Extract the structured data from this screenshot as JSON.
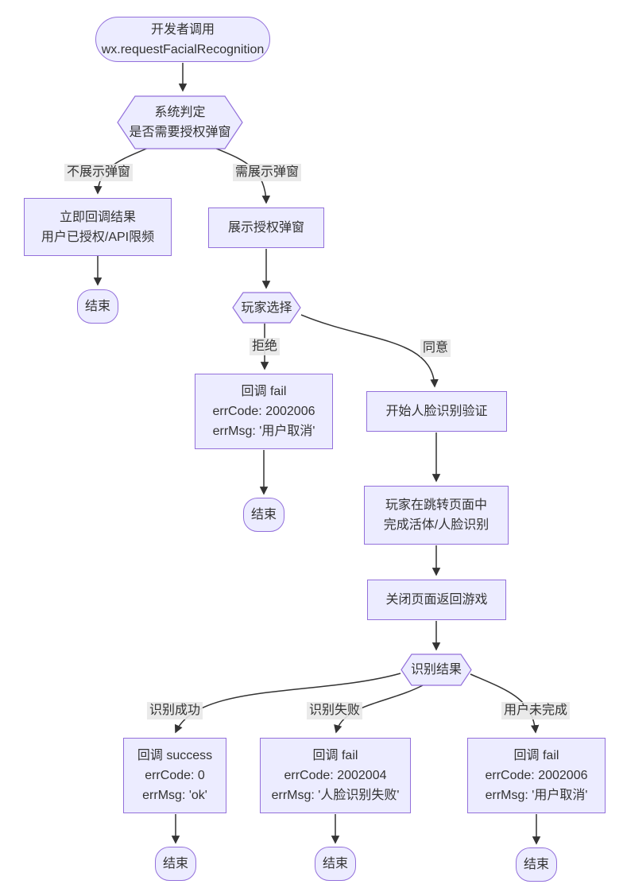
{
  "diagram": {
    "type": "flowchart",
    "colors": {
      "node_fill": "#ECECFF",
      "node_border": "#9370DB",
      "edge_line": "#333333",
      "edge_label_bg": "#e8e8e8",
      "text": "#333333"
    },
    "nodes": {
      "start": {
        "label": "开发者调用\nwx.requestFacialRecognition"
      },
      "judge": {
        "label": "系统判定\n是否需要授权弹窗"
      },
      "immediate_callback": {
        "label": "立即回调结果\n用户已授权/API限频"
      },
      "end1": {
        "label": "结束"
      },
      "show_popup": {
        "label": "展示授权弹窗"
      },
      "player_choice": {
        "label": "玩家选择"
      },
      "callback_fail_cancel_1": {
        "label": "回调 fail\nerrCode: 2002006\nerrMsg: '用户取消'"
      },
      "end2": {
        "label": "结束"
      },
      "start_face_verify": {
        "label": "开始人脸识别验证"
      },
      "jump_page": {
        "label": "玩家在跳转页面中\n完成活体/人脸识别"
      },
      "close_page": {
        "label": "关闭页面返回游戏"
      },
      "result": {
        "label": "识别结果"
      },
      "callback_success": {
        "label": "回调 success\nerrCode: 0\nerrMsg: 'ok'"
      },
      "callback_fail_recognition": {
        "label": "回调 fail\nerrCode: 2002004\nerrMsg: '人脸识别失败'"
      },
      "callback_fail_cancel_2": {
        "label": "回调 fail\nerrCode: 2002006\nerrMsg: '用户取消'"
      },
      "end3": {
        "label": "结束"
      },
      "end4": {
        "label": "结束"
      },
      "end5": {
        "label": "结束"
      }
    },
    "edge_labels": {
      "no_popup": "不展示弹窗",
      "need_popup": "需展示弹窗",
      "refuse": "拒绝",
      "agree": "同意",
      "recog_success": "识别成功",
      "recog_fail": "识别失败",
      "user_incomplete": "用户未完成"
    }
  }
}
